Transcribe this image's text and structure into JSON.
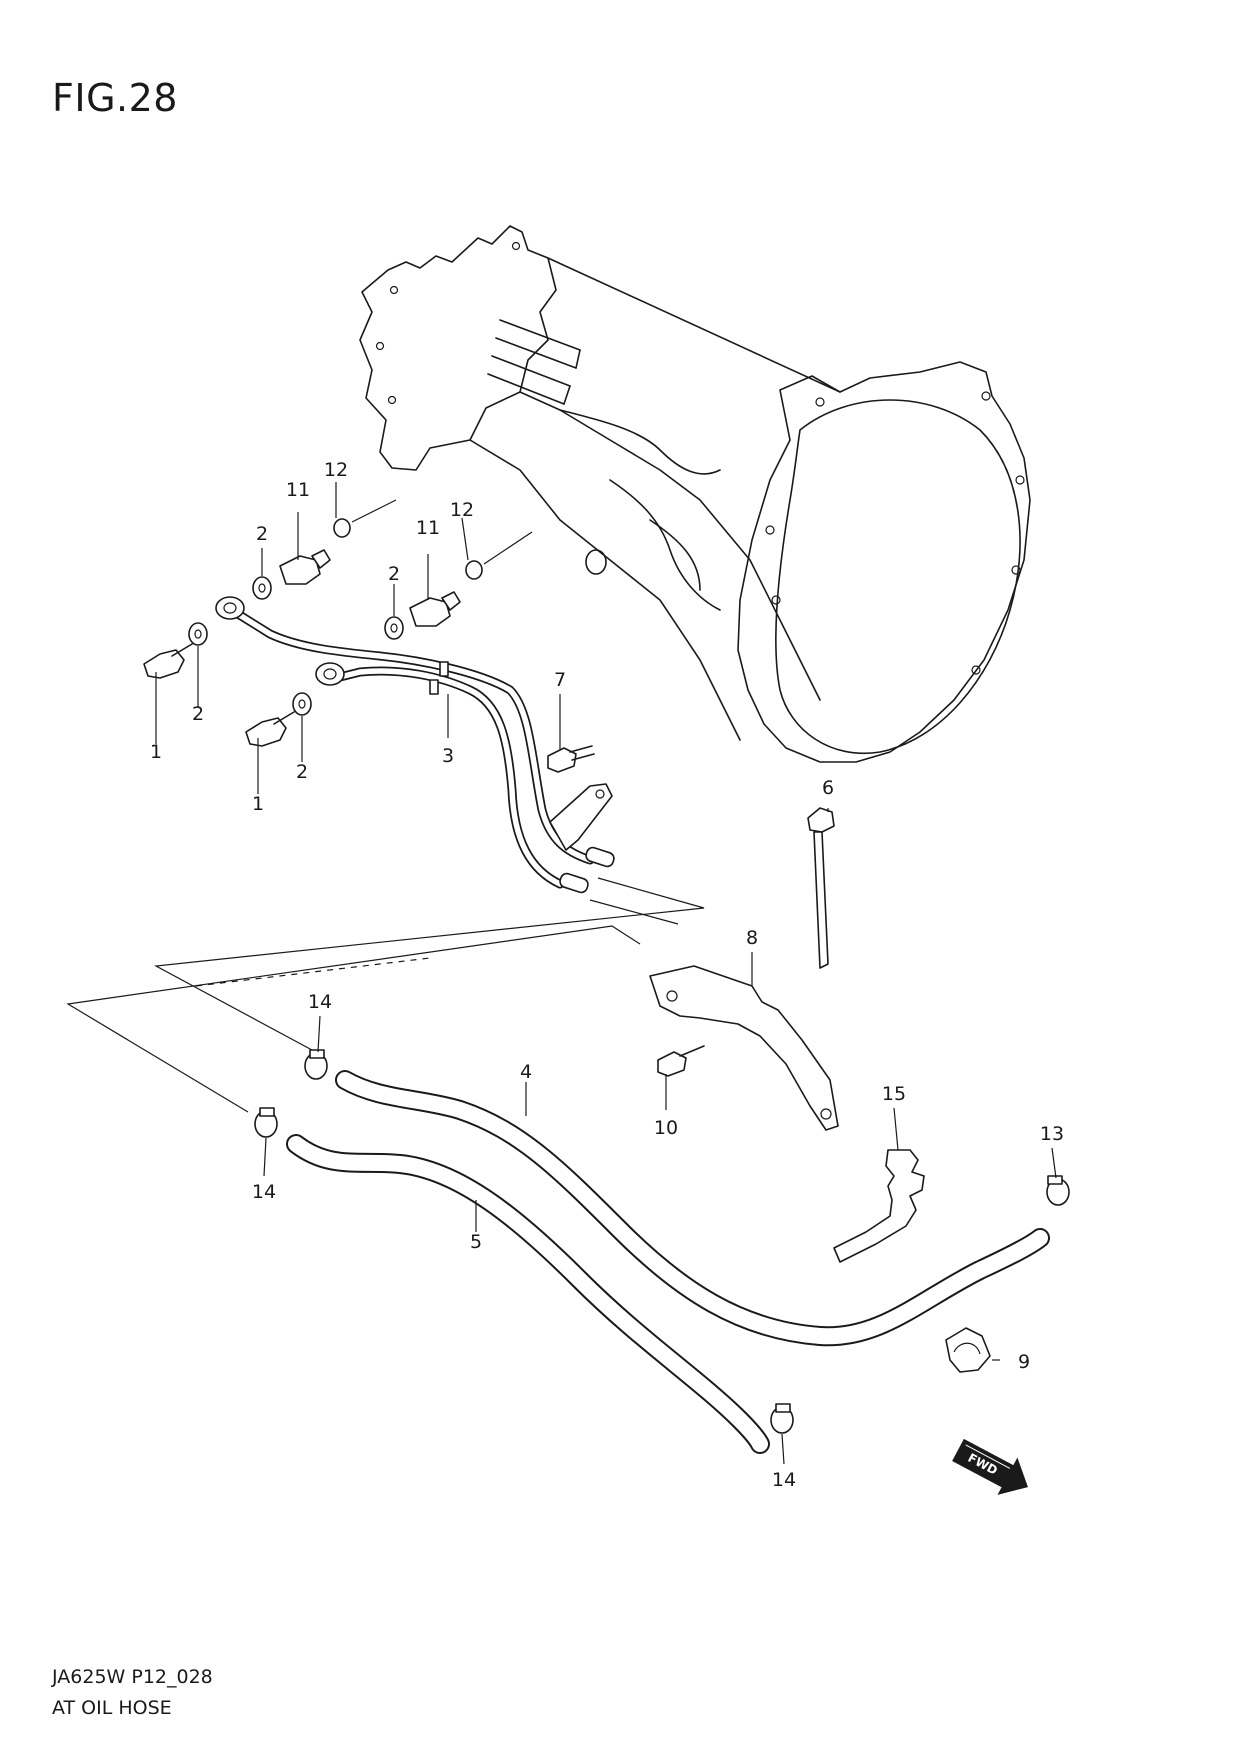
{
  "figure": {
    "title": "FIG.28"
  },
  "footer": {
    "code": "JA625W P12_028",
    "caption": "AT OIL HOSE"
  },
  "callouts": [
    {
      "id": "c1a",
      "label": "1"
    },
    {
      "id": "c1b",
      "label": "1"
    },
    {
      "id": "c2a",
      "label": "2"
    },
    {
      "id": "c2b",
      "label": "2"
    },
    {
      "id": "c2c",
      "label": "2"
    },
    {
      "id": "c2d",
      "label": "2"
    },
    {
      "id": "c3",
      "label": "3"
    },
    {
      "id": "c4",
      "label": "4"
    },
    {
      "id": "c5",
      "label": "5"
    },
    {
      "id": "c6",
      "label": "6"
    },
    {
      "id": "c7",
      "label": "7"
    },
    {
      "id": "c8",
      "label": "8"
    },
    {
      "id": "c9",
      "label": "9"
    },
    {
      "id": "c10",
      "label": "10"
    },
    {
      "id": "c11a",
      "label": "11"
    },
    {
      "id": "c11b",
      "label": "11"
    },
    {
      "id": "c12a",
      "label": "12"
    },
    {
      "id": "c12b",
      "label": "12"
    },
    {
      "id": "c13",
      "label": "13"
    },
    {
      "id": "c14a",
      "label": "14"
    },
    {
      "id": "c14b",
      "label": "14"
    },
    {
      "id": "c14c",
      "label": "14"
    },
    {
      "id": "c15",
      "label": "15"
    }
  ],
  "direction_arrow": {
    "label": "FWD"
  }
}
